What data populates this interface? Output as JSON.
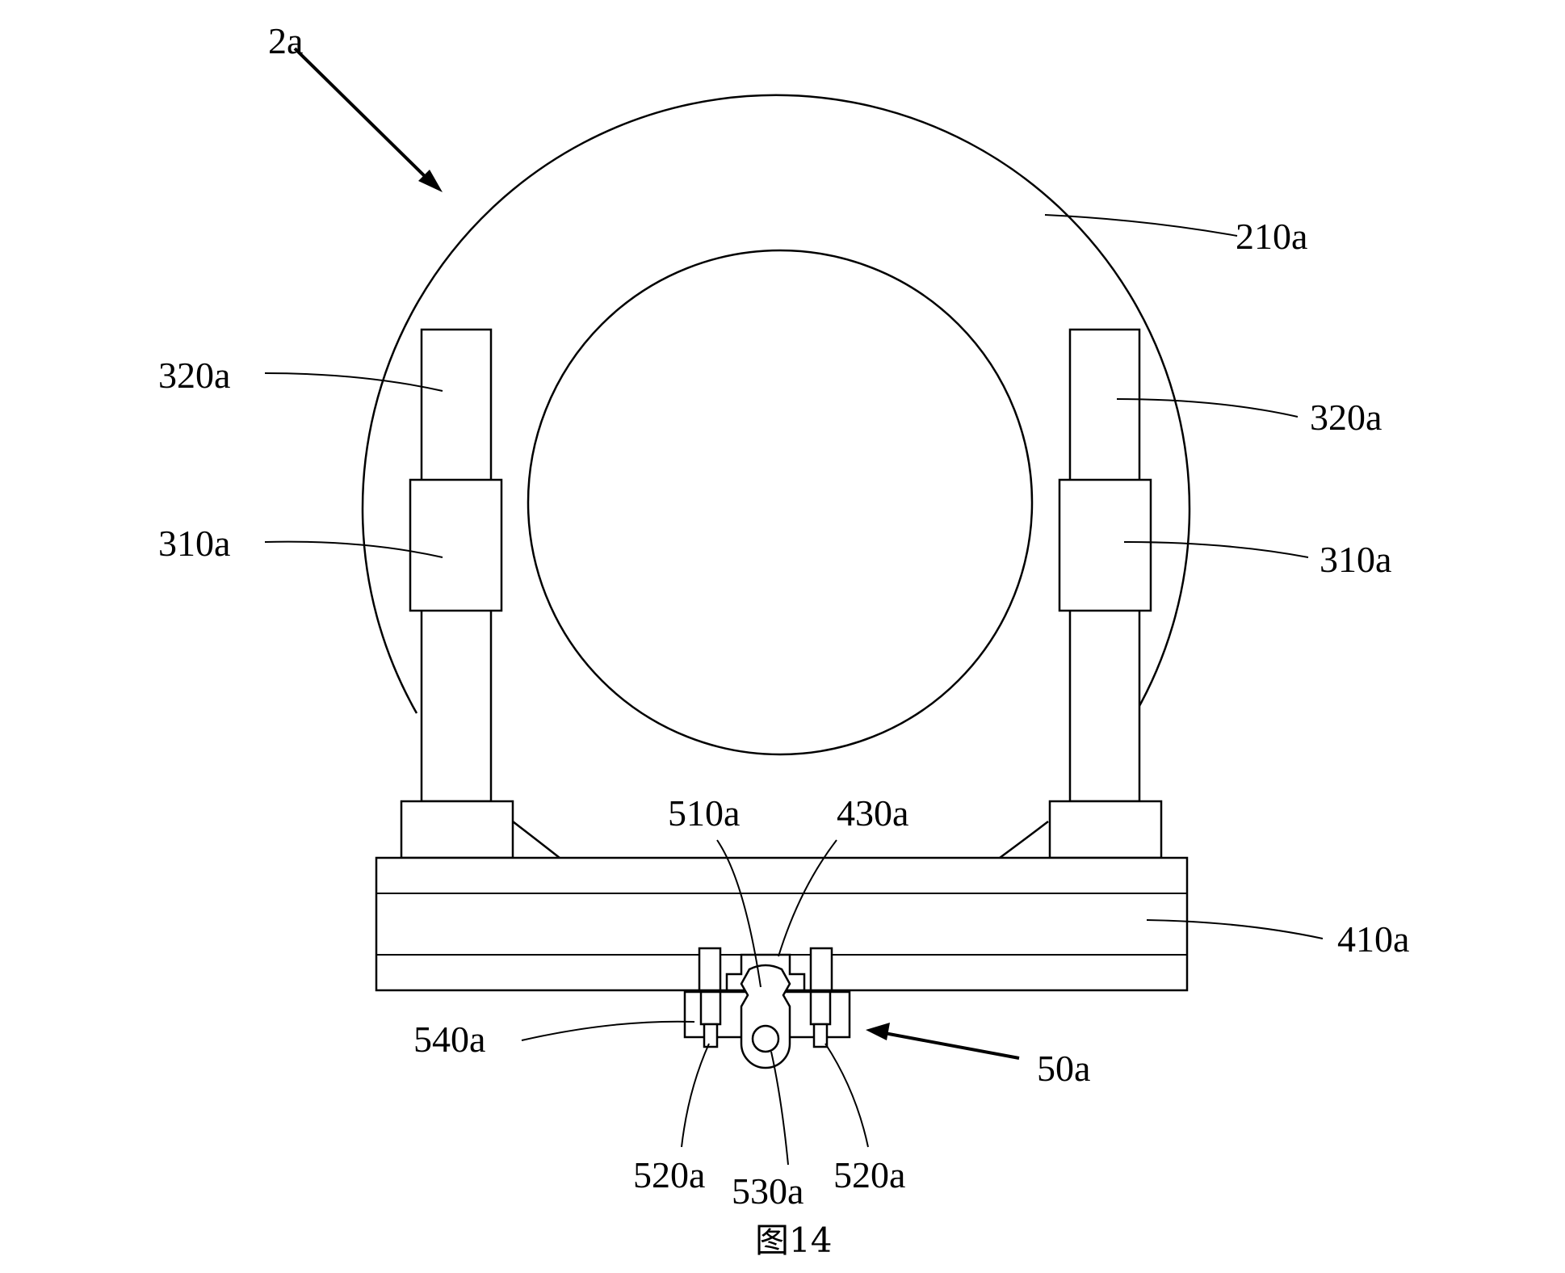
{
  "figure": {
    "caption": "图14",
    "labels": {
      "assembly_2a": "2a",
      "ring_210a": "210a",
      "rod_left_320a": "320a",
      "rod_right_320a": "320a",
      "slider_left_310a": "310a",
      "slider_right_310a": "310a",
      "plate_410a": "410a",
      "part_510a": "510a",
      "part_430a": "430a",
      "part_540a": "540a",
      "assembly_50a": "50a",
      "pin_left_520a": "520a",
      "hole_530a": "530a",
      "pin_right_520a": "520a"
    }
  }
}
